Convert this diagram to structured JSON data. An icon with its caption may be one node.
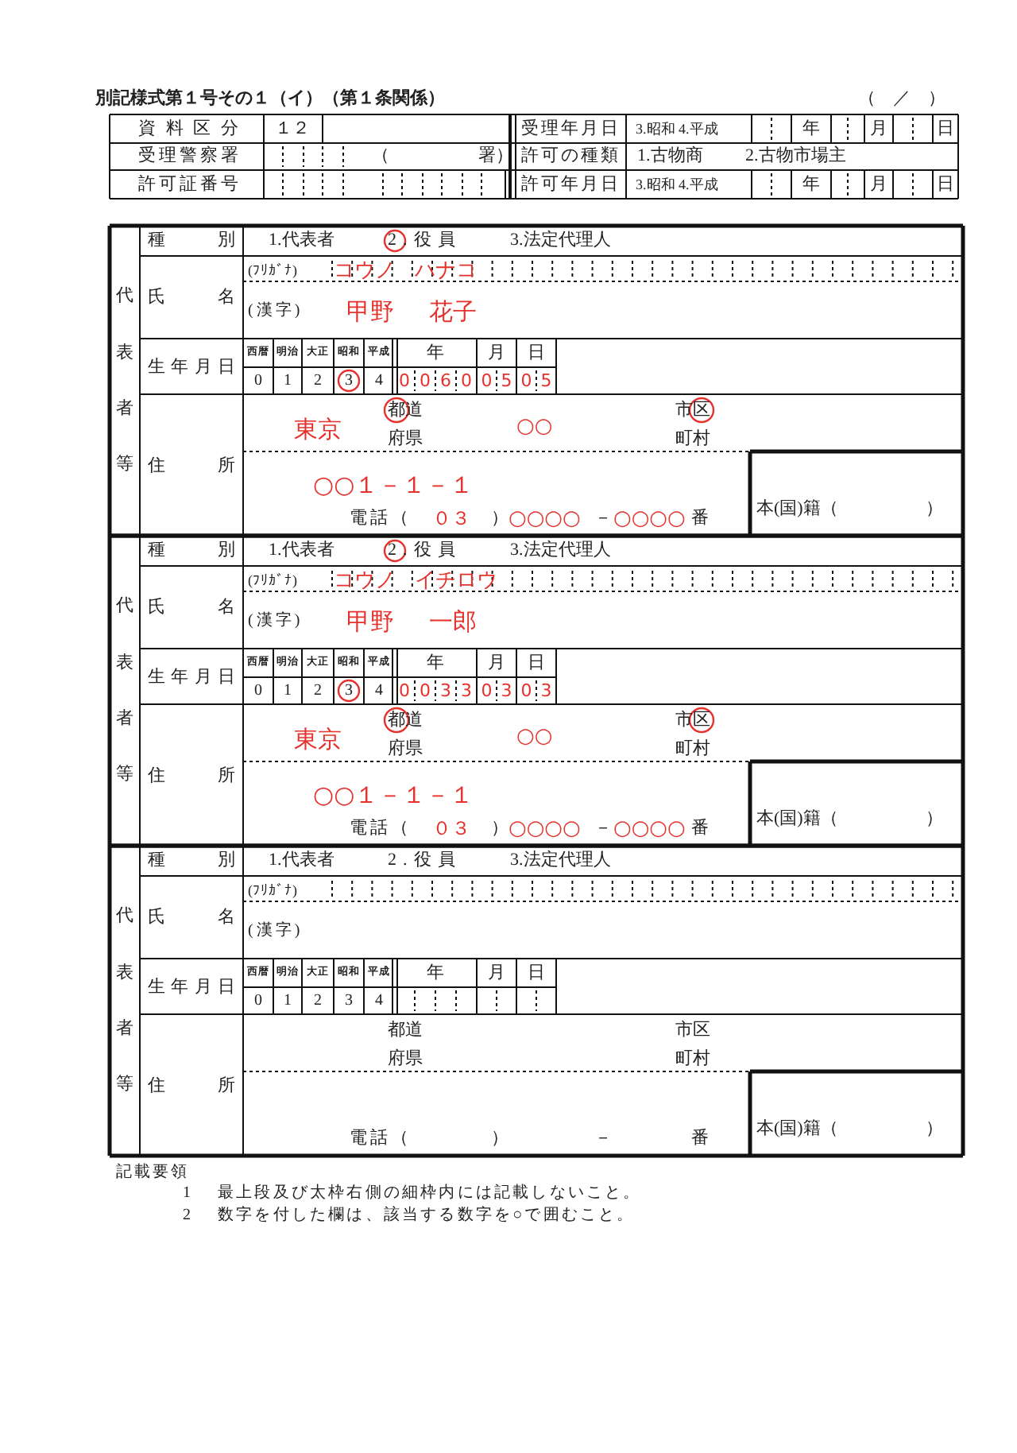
{
  "diagram": {
    "title": "別記様式第１号その１（イ）（第１条関係）",
    "labels": [
      "（　／　）",
      "資料区分",
      "１２",
      "受理年月日",
      "3.昭和 4.平成",
      "年",
      "月",
      "日",
      "受理警察署",
      "（",
      "署）",
      "許可の種類",
      "1.古物商",
      "2.古物市場主",
      "許可証番号",
      "許可年月日",
      "3.昭和 4.平成",
      "年",
      "月",
      "日",
      "代表者等",
      "種別",
      "1.代表者",
      "2.役員",
      "3.法定代理人",
      "氏名",
      "(ﾌﾘｶﾞﾅ)",
      "コウノ",
      "ハナコ",
      "(漢字)",
      "甲野",
      "花子",
      "生年月日",
      "西暦",
      "明治",
      "大正",
      "昭和",
      "平成",
      "年",
      "月",
      "日",
      "0",
      "1",
      "2",
      "3",
      "4",
      "0",
      "0",
      "6",
      "0",
      "0",
      "5",
      "0",
      "5",
      "住所",
      "東京",
      "都道",
      "府県",
      "○○",
      "市区",
      "町村",
      "○○１－１－１",
      "電話（",
      "０３",
      "）",
      "○○○○",
      "－",
      "○○○○",
      "番",
      "本(国)籍（　　　　　）",
      "代表者等",
      "種別",
      "1.代表者",
      "2.役員",
      "3.法定代理人",
      "氏名",
      "(ﾌﾘｶﾞﾅ)",
      "コウノ",
      "イチロウ",
      "(漢字)",
      "甲野",
      "一郎",
      "生年月日",
      "西暦",
      "明治",
      "大正",
      "昭和",
      "平成",
      "年",
      "月",
      "日",
      "0",
      "1",
      "2",
      "3",
      "4",
      "0",
      "0",
      "3",
      "3",
      "0",
      "3",
      "0",
      "3",
      "住所",
      "東京",
      "都道",
      "府県",
      "○○",
      "市区",
      "町村",
      "○○１－１－１",
      "電話（",
      "０３",
      "）",
      "○○○○",
      "－",
      "○○○○",
      "番",
      "本(国)籍（　　　　　）",
      "代表者等",
      "種別",
      "1.代表者",
      "2.役員",
      "3.法定代理人",
      "氏名",
      "(ﾌﾘｶﾞﾅ)",
      "(漢字)",
      "生年月日",
      "西暦",
      "明治",
      "大正",
      "昭和",
      "平成",
      "年",
      "月",
      "日",
      "0",
      "1",
      "2",
      "3",
      "4",
      "住所",
      "都道",
      "府県",
      "市区",
      "町村",
      "電話（",
      "）",
      "－",
      "番",
      "本(国)籍（　　　　　）",
      "記載要領",
      "1",
      "最上段及び太枠右側の細枠内には記載しないこと。",
      "2",
      "数字を付した欄は、該当する数字を○で囲むこと。"
    ]
  }
}
